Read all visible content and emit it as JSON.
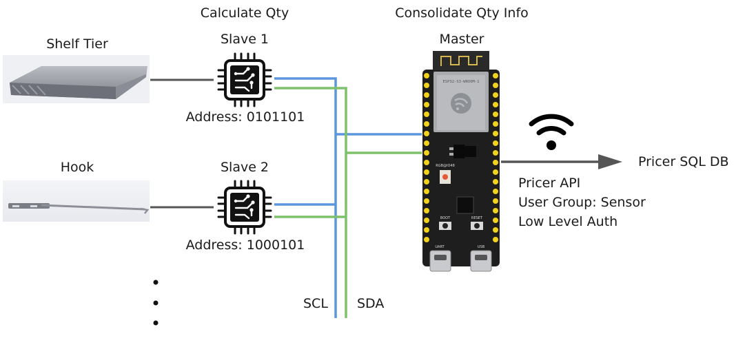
{
  "labels": {
    "calculate": "Calculate Qty",
    "consolidate": "Consolidate Qty Info",
    "shelf_tier": "Shelf Tier",
    "hook": "Hook",
    "slave1": "Slave 1",
    "slave2": "Slave 2",
    "master": "Master",
    "addr1": "Address: 0101101",
    "addr2": "Address: 1000101",
    "scl": "SCL",
    "sda": "SDA",
    "db": "Pricer SQL DB",
    "api1": "Pricer API",
    "api2": "User Group: Sensor",
    "api3": "Low Level Auth"
  },
  "board_text": {
    "module": "ESP32-S3-WROOM-1",
    "rgb": "RGB@IO48",
    "boot": "BOOT",
    "reset": "RESET",
    "uart": "UART",
    "usb": "USB"
  },
  "icons": [
    "chip-icon",
    "wifi-icon",
    "arrow-icon",
    "espressif-logo-icon"
  ],
  "colors": {
    "scl": "#5b95dd",
    "sda": "#7fc06a",
    "wire": "#555555",
    "arrow": "#555555",
    "pins": "#f2d21a",
    "board": "#1e1e1e"
  }
}
